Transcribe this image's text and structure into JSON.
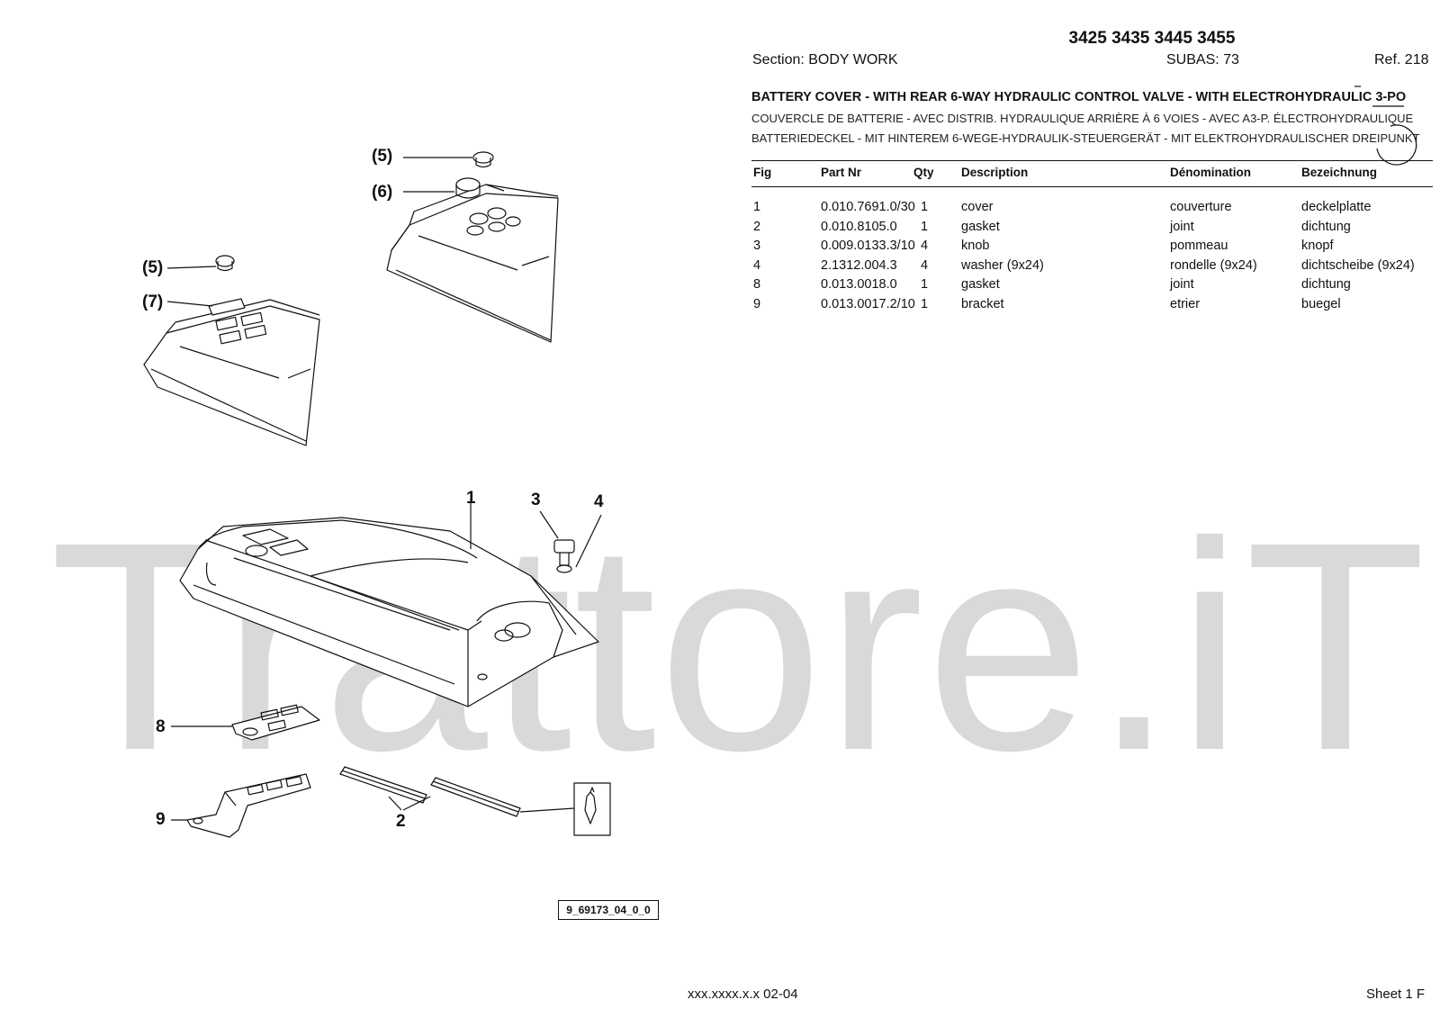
{
  "watermark": "Trattore.iT",
  "header": {
    "models": "3425 3435 3445 3455",
    "section": "Section: BODY  WORK",
    "subas": "SUBAS: 73",
    "ref": "Ref. 218"
  },
  "titles": {
    "en": "BATTERY COVER - WITH REAR 6-WAY HYDRAULIC CONTROL VALVE - WITH ELECTROHYDRAULIC 3-PO",
    "fr": "COUVERCLE DE BATTERIE - AVEC DISTRIB. HYDRAULIQUE ARRIÈRE À 6 VOIES - AVEC A3-P. ÉLECTROHYDRAULIQUE",
    "de": "BATTERIEDECKEL - MIT HINTEREM 6-WEGE-HYDRAULIK-STEUERGERÄT - MIT ELEKTROHYDRAULISCHER DREIPUNKT"
  },
  "table": {
    "columns": [
      "Fig",
      "Part Nr",
      "Qty",
      "Description",
      "Dénomination",
      "Bezeichnung"
    ],
    "rows": [
      [
        "1",
        "0.010.7691.0/30",
        "1",
        "cover",
        "couverture",
        "deckelplatte"
      ],
      [
        "2",
        "0.010.8105.0",
        "1",
        "gasket",
        "joint",
        "dichtung"
      ],
      [
        "3",
        "0.009.0133.3/10",
        "4",
        "knob",
        "pommeau",
        "knopf"
      ],
      [
        "4",
        "2.1312.004.3",
        "4",
        "washer (9x24)",
        "rondelle (9x24)",
        "dichtscheibe (9x24)"
      ],
      [
        "8",
        "0.013.0018.0",
        "1",
        "gasket",
        "joint",
        "dichtung"
      ],
      [
        "9",
        "0.013.0017.2/10",
        "1",
        "bracket",
        "etrier",
        "buegel"
      ]
    ]
  },
  "callouts": {
    "c5a": "(5)",
    "c6": "(6)",
    "c5b": "(5)",
    "c7": "(7)",
    "c1": "1",
    "c3": "3",
    "c4": "4",
    "c8": "8",
    "c9": "9",
    "c2": "2"
  },
  "figure_ref": "9_69173_04_0_0",
  "footer": {
    "code": "xxx.xxxx.x.x  02-04",
    "sheet": "Sheet 1 F"
  }
}
